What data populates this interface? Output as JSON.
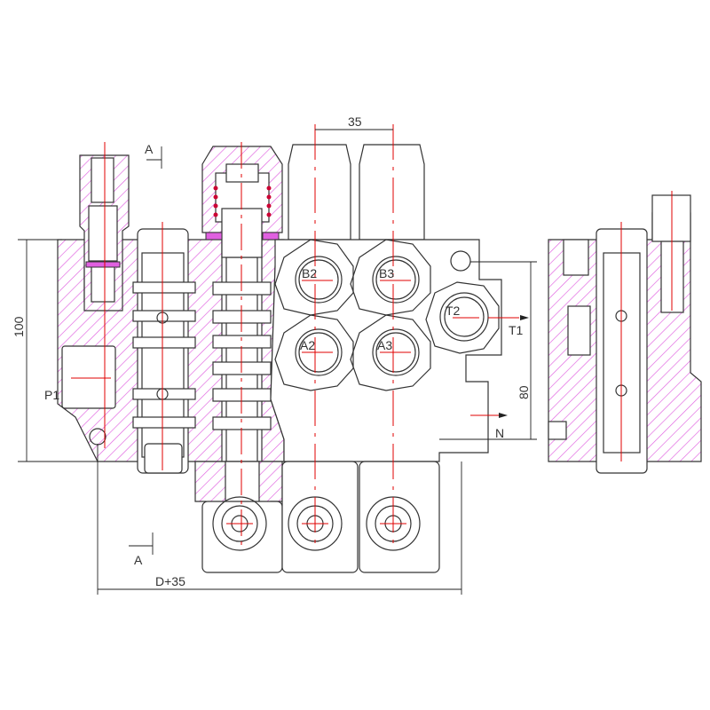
{
  "labels": {
    "section_top": "A",
    "section_bottom": "A",
    "dim_top": "35",
    "dim_left": "100",
    "dim_right": "80",
    "dim_bottom": "D+35",
    "port_b2": "B2",
    "port_b3": "B3",
    "port_a2": "A2",
    "port_a3": "A3",
    "port_t2": "T2",
    "port_t1": "T1",
    "port_p1": "P1",
    "port_n": "N"
  },
  "colors": {
    "hatch": "#e060e0",
    "centerline": "#e00000",
    "outline": "#333333"
  }
}
